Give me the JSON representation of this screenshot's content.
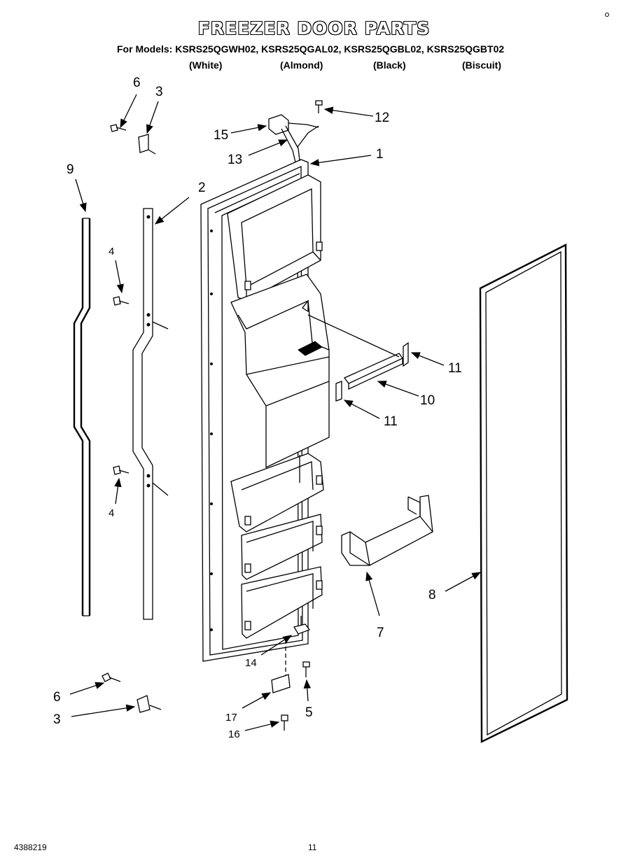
{
  "header": {
    "title": "FREEZER DOOR PARTS",
    "models_line": "For Models: KSRS25QGWH02, KSRS25QGAL02, KSRS25QGBL02, KSRS25QGBT02",
    "finishes": [
      "(White)",
      "(Almond)",
      "(Black)",
      "(Biscuit)"
    ]
  },
  "callouts": {
    "c1": "1",
    "c2": "2",
    "c3a": "3",
    "c3b": "3",
    "c4a": "4",
    "c4b": "4",
    "c5": "5",
    "c6a": "6",
    "c6b": "6",
    "c7": "7",
    "c8": "8",
    "c9": "9",
    "c10": "10",
    "c11a": "11",
    "c11b": "11",
    "c12": "12",
    "c13": "13",
    "c14": "14",
    "c15": "15",
    "c16": "16",
    "c17": "17"
  },
  "footer": {
    "doc_number": "4388219",
    "page_number": "11"
  }
}
